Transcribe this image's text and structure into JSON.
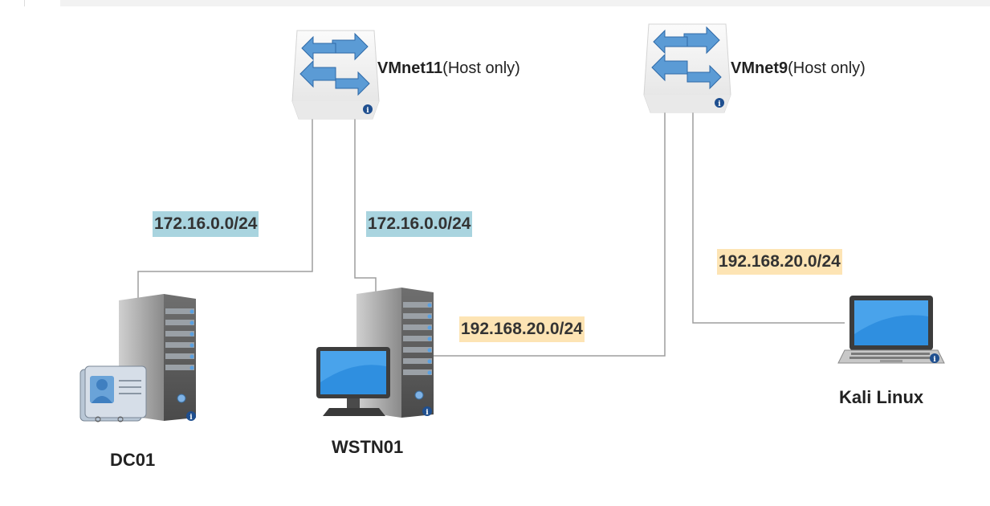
{
  "switches": [
    {
      "name": "VMnet11",
      "suffix": "(Host only)"
    },
    {
      "name": "VMnet9",
      "suffix": "(Host only)"
    }
  ],
  "ips": {
    "dc_link": "172.16.0.0/24",
    "wstn_link_vmnet11": "172.16.0.0/24",
    "wstn_link_vmnet9": "192.168.20.0/24",
    "kali_link": "192.168.20.0/24"
  },
  "nodes": {
    "dc01": "DC01",
    "wstn01": "WSTN01",
    "kali": "Kali Linux"
  },
  "colors": {
    "subnet_172": "#a9d4df",
    "subnet_192": "#fde4b4",
    "switch_arrow": "#4a8fd0",
    "info_badge": "#1f4f8f"
  },
  "icons": [
    "network-switch-icon",
    "directory-server-icon",
    "workstation-server-icon",
    "laptop-icon",
    "info-icon"
  ]
}
